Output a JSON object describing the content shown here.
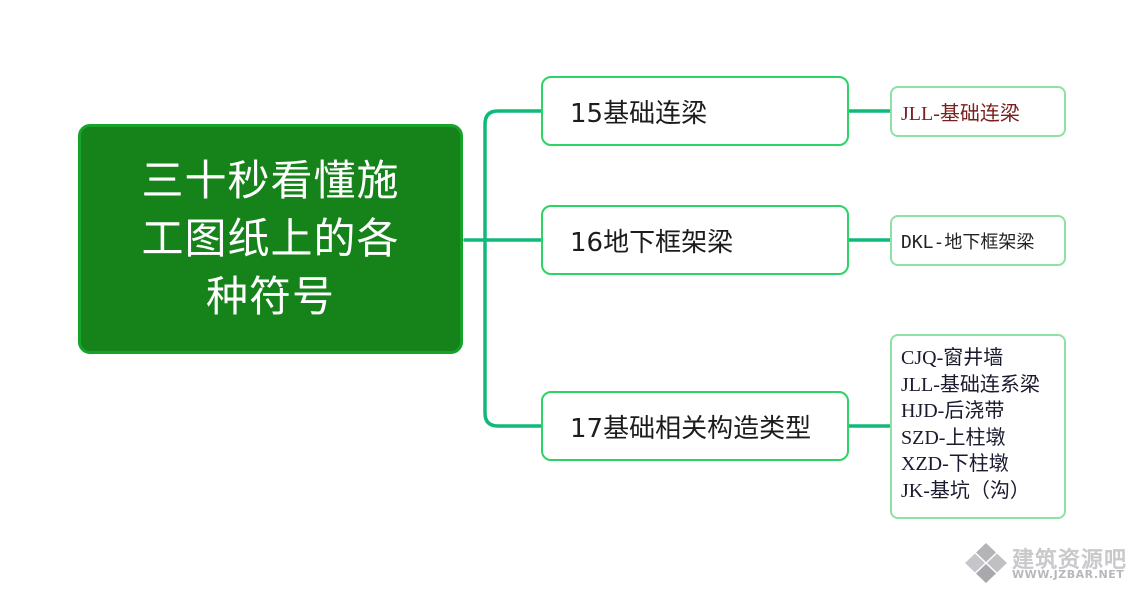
{
  "root": {
    "title": "三十秒看懂施工图纸上的各种符号"
  },
  "branches": [
    {
      "label": "15基础连梁",
      "leaf": [
        "JLL-基础连梁"
      ]
    },
    {
      "label": "16地下框架梁",
      "leaf": [
        "DKL-地下框架梁"
      ]
    },
    {
      "label": "17基础相关构造类型",
      "leaf": [
        "CJQ-窗井墙",
        "JLL-基础连系梁",
        "HJD-后浇带",
        "SZD-上柱墩",
        "XZD-下柱墩",
        "JK-基坑（沟）"
      ]
    }
  ],
  "watermark": {
    "name": "建筑资源吧",
    "url": "WWW.JZBAR.NET"
  },
  "colors": {
    "root_fill": "#15821a",
    "root_border": "#16a32a",
    "connector": "#10b978",
    "branch_border": "#2bd465",
    "leaf_border": "#8ee0a4",
    "leaf1_text": "#7a1f1f",
    "leaf2_text": "#222222",
    "leaf3_text": "#1a1a2e"
  }
}
